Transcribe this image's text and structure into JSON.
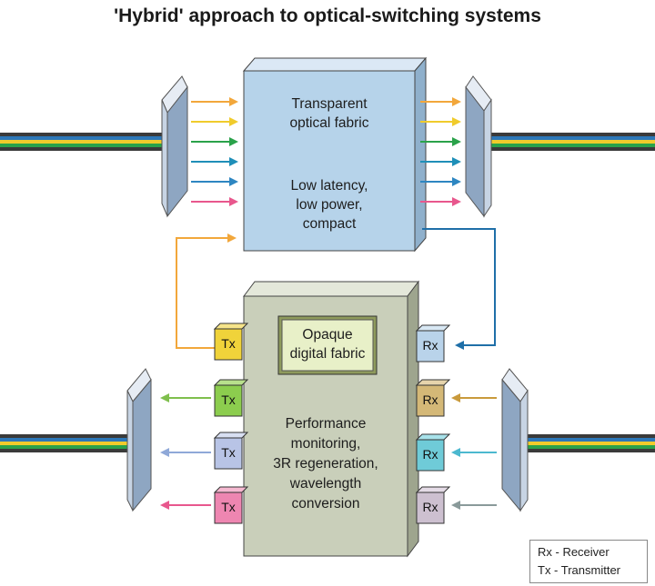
{
  "title": "'Hybrid' approach to optical-switching systems",
  "top_fabric": {
    "name_lines": [
      "Transparent",
      "optical fabric"
    ],
    "desc_lines": [
      "Low latency,",
      "low power,",
      "compact"
    ]
  },
  "bottom_fabric": {
    "inner_lines": [
      "Opaque",
      "digital fabric"
    ],
    "desc_lines": [
      "Performance",
      "monitoring,",
      "3R regeneration,",
      "wavelength",
      "conversion"
    ]
  },
  "transmitters": [
    "Tx",
    "Tx",
    "Tx",
    "Tx"
  ],
  "receivers": [
    "Rx",
    "Rx",
    "Rx",
    "Rx"
  ],
  "legend": [
    "Rx - Receiver",
    "Tx - Transmitter"
  ],
  "colors": {
    "channels": [
      "#f2a73b",
      "#f0cb2c",
      "#2aa24a",
      "#1f8fb8",
      "#2e86c1",
      "#e8578d"
    ],
    "fabric_fill": "#b6d3ea",
    "digital_fill": "#c9cfba",
    "inner_fill": "#e8f0c8"
  }
}
